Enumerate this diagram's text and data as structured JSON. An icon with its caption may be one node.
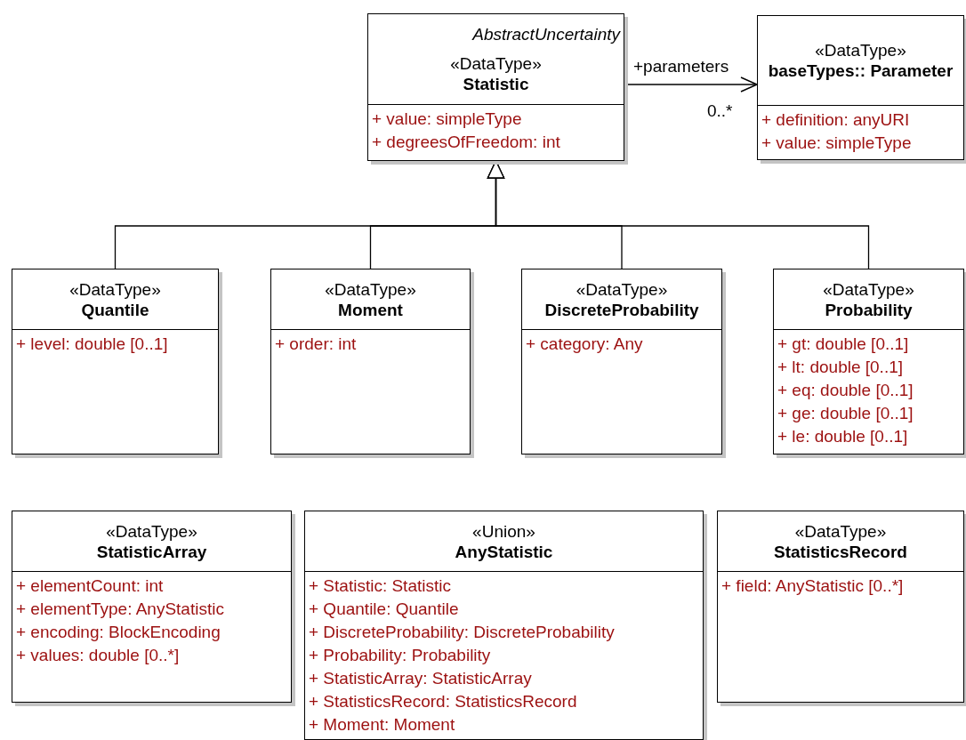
{
  "diagram": {
    "nodes": [
      {
        "text": [
          "AbstractUncertainty",
          "«DataType»",
          "Statistic",
          "+ value: simpleType",
          "+ degreesOfFreedom: int"
        ]
      },
      {
        "text": [
          "«DataType»",
          "baseTypes:: Parameter",
          "+ definition: anyURI",
          "+ value: simpleType"
        ]
      },
      {
        "text": [
          "«DataType»",
          "Quantile",
          "+ level: double [0..1]"
        ]
      },
      {
        "text": [
          "«DataType»",
          "Moment",
          "+ order: int"
        ]
      },
      {
        "text": [
          "«DataType»",
          "DiscreteProbability",
          "+ category: Any"
        ]
      },
      {
        "text": [
          "«DataType»",
          "Probability",
          "+ gt: double [0..1]",
          "+ lt: double [0..1]",
          "+ eq: double [0..1]",
          "+ ge: double [0..1]",
          "+ le: double [0..1]"
        ]
      },
      {
        "text": [
          "«DataType»",
          "StatisticArray",
          "+ elementCount: int",
          "+ elementType: AnyStatistic",
          "+ encoding: BlockEncoding",
          "+ values: double [0..*]"
        ]
      },
      {
        "text": [
          "«Union»",
          "AnyStatistic",
          "+ Statistic: Statistic",
          "+ Quantile: Quantile",
          "+ DiscreteProbability: DiscreteProbability",
          "+ Probability: Probability",
          "+ StatisticArray: StatisticArray",
          "+ StatisticsRecord: StatisticsRecord",
          "+ Moment: Moment"
        ]
      },
      {
        "text": [
          "«DataType»",
          "StatisticsRecord",
          "+ field: AnyStatistic [0..*]"
        ]
      }
    ],
    "edges": [
      {
        "from": 0,
        "to": 1,
        "arrow": "to",
        "label": "+parameters"
      },
      {
        "from": 2,
        "to": 0,
        "arrow": "to"
      },
      {
        "from": 3,
        "to": 0,
        "arrow": "to"
      },
      {
        "from": 4,
        "to": 0,
        "arrow": "to"
      },
      {
        "from": 5,
        "to": 0,
        "arrow": "to"
      }
    ],
    "labels": [
      "0..*"
    ]
  }
}
